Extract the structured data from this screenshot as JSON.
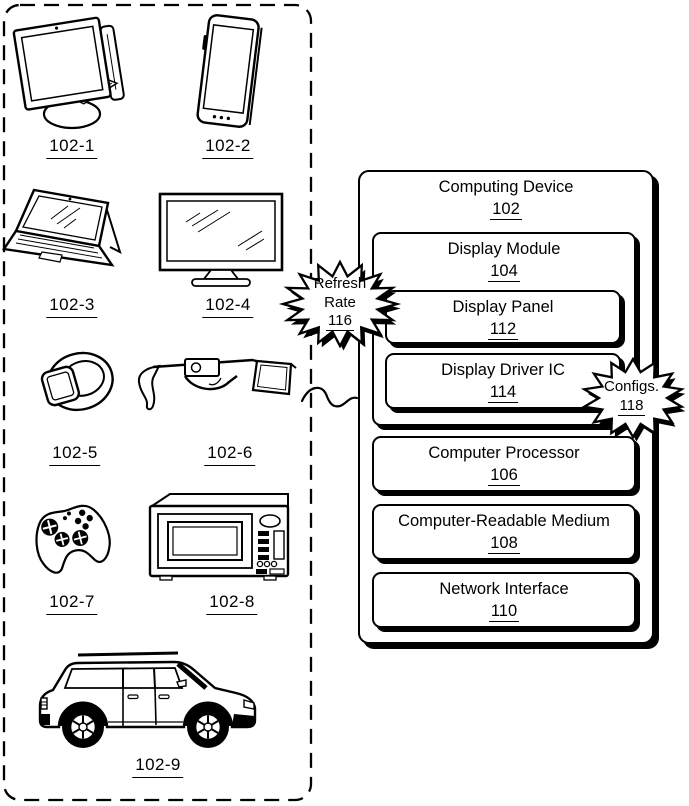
{
  "figure": {
    "colors": {
      "ink": "#000000",
      "paper": "#ffffff"
    }
  },
  "devices": {
    "items": [
      {
        "label": "102-1",
        "icon": "desktop-computer-icon"
      },
      {
        "label": "102-2",
        "icon": "tablet-icon"
      },
      {
        "label": "102-3",
        "icon": "laptop-icon"
      },
      {
        "label": "102-4",
        "icon": "television-icon"
      },
      {
        "label": "102-5",
        "icon": "smartwatch-icon"
      },
      {
        "label": "102-6",
        "icon": "smart-glasses-icon"
      },
      {
        "label": "102-7",
        "icon": "game-controller-icon"
      },
      {
        "label": "102-8",
        "icon": "microwave-oven-icon"
      },
      {
        "label": "102-9",
        "icon": "suv-car-icon"
      }
    ]
  },
  "computing_device": {
    "title": "Computing Device",
    "ref": "102",
    "children": [
      {
        "title": "Display Module",
        "ref": "104",
        "children": [
          {
            "title": "Display Panel",
            "ref": "112"
          },
          {
            "title": "Display Driver IC",
            "ref": "114"
          }
        ]
      },
      {
        "title": "Computer Processor",
        "ref": "106"
      },
      {
        "title": "Computer-Readable Medium",
        "ref": "108"
      },
      {
        "title": "Network Interface",
        "ref": "110"
      }
    ]
  },
  "callouts": [
    {
      "lines": [
        "Refresh",
        "Rate"
      ],
      "ref": "116"
    },
    {
      "lines": [
        "Configs."
      ],
      "ref": "118"
    }
  ]
}
